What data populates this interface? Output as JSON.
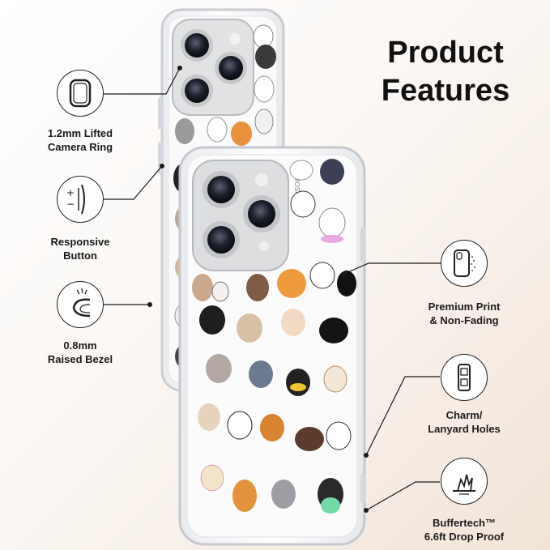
{
  "title": {
    "line1": "Product",
    "line2": "Features"
  },
  "features": {
    "camera_ring": {
      "line1": "1.2mm Lifted",
      "line2": "Camera Ring",
      "icon": "camera-ring-icon"
    },
    "button": {
      "line1": "Responsive",
      "line2": "Button",
      "icon": "button-press-icon"
    },
    "bezel": {
      "line1": "0.8mm",
      "line2": "Raised Bezel",
      "icon": "raised-bezel-icon"
    },
    "print": {
      "line1": "Premium Print",
      "line2": "& Non-Fading",
      "icon": "phone-print-icon"
    },
    "charm": {
      "line1": "Charm/",
      "line2": "Lanyard Holes",
      "icon": "lanyard-hole-icon"
    },
    "drop": {
      "line1": "Buffertech™",
      "line2": "6.6ft Drop Proof",
      "icon": "drop-impact-icon"
    }
  },
  "case_brand_text": "MOSNOVO",
  "colors": {
    "accent_text": "#111111",
    "case_clear": "#f4f5f7",
    "camera_metal": "#d9dadc"
  }
}
